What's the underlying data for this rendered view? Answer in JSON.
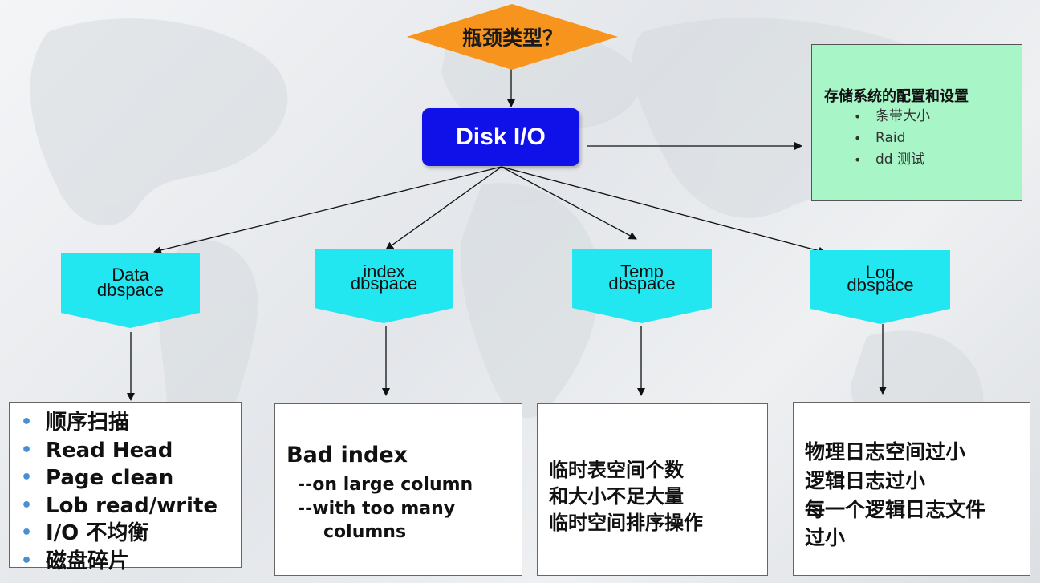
{
  "question": "瓶颈类型？",
  "disk_io": "Disk I/O",
  "storage": {
    "title": "存储系统的配置和设置",
    "items": [
      "条带大小",
      "Raid",
      "dd 测试"
    ]
  },
  "dbspaces": [
    {
      "line1": "Data",
      "line2": "dbspace"
    },
    {
      "line1": "index",
      "line2": "dbspace"
    },
    {
      "line1": "Temp",
      "line2": "dbspace"
    },
    {
      "line1": "Log",
      "line2": "dbspace"
    }
  ],
  "data_box": {
    "items": [
      "顺序扫描",
      "Read Head",
      "Page clean",
      "Lob read/write",
      "I/O 不均衡",
      "磁盘碎片"
    ]
  },
  "index_box": {
    "title": "Bad index",
    "lines": [
      "--on large column",
      "--with too many",
      "columns"
    ]
  },
  "temp_box": {
    "lines": [
      "临时表空间个数",
      "和大小不足大量",
      "临时空间排序操作"
    ]
  },
  "log_box": {
    "lines": [
      "物理日志空间过小",
      "逻辑日志过小",
      "每一个逻辑日志文件",
      "过小"
    ]
  },
  "colors": {
    "diamond": "#f7941d",
    "disk": "#1010e8",
    "storage_bg": "#a8f5c8",
    "dbspace": "#22e6f0",
    "bullet": "#4a8fd4"
  }
}
